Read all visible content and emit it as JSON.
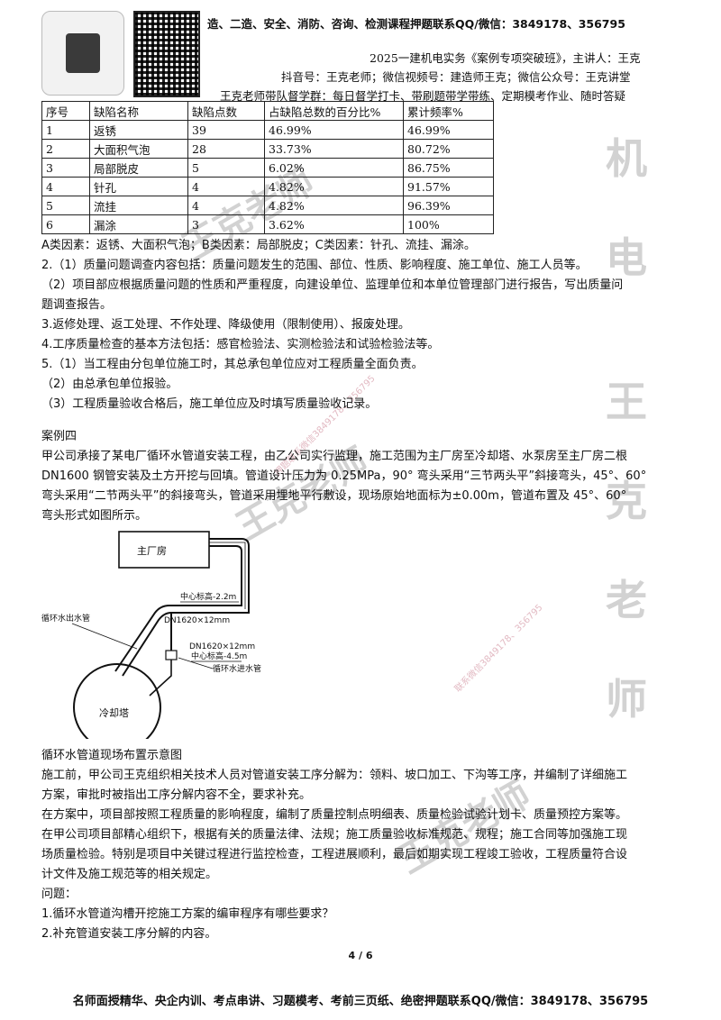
{
  "header": {
    "top_banner": "造、二造、安全、消防、咨询、检测课程押题联系QQ/微信：3849178、356795",
    "course_line": "2025一建机电实务《案例专项突破班》，主讲人：王克",
    "social_line": "抖音号：王克老师；微信视频号：建造师王克；微信公众号：王克讲堂",
    "study_group_line": "王克老师带队督学群：每日督学打卡、带刷题带学带练、定期模考作业、随时答疑"
  },
  "table": {
    "headers": [
      "序号",
      "缺陷名称",
      "缺陷点数",
      "占缺陷总数的百分比%",
      "累计频率%"
    ],
    "rows": [
      [
        "1",
        "返锈",
        "39",
        "46.99%",
        "46.99%"
      ],
      [
        "2",
        "大面积气泡",
        "28",
        "33.73%",
        "80.72%"
      ],
      [
        "3",
        "局部脱皮",
        "5",
        "6.02%",
        "86.75%"
      ],
      [
        "4",
        "针孔",
        "4",
        "4.82%",
        "91.57%"
      ],
      [
        "5",
        "流挂",
        "4",
        "4.82%",
        "96.39%"
      ],
      [
        "6",
        "漏涂",
        "3",
        "3.62%",
        "100%"
      ]
    ]
  },
  "answers": [
    "A类因素：返锈、大面积气泡；B类因素：局部脱皮；C类因素：针孔、流挂、漏涂。",
    "2.（1）质量问题调查内容包括：质量问题发生的范围、部位、性质、影响程度、施工单位、施工人员等。",
    "（2）项目部应根据质量问题的性质和严重程度，向建设单位、监理单位和本单位管理部门进行报告，写出质量问",
    "题调查报告。",
    "3.返修处理、返工处理、不作处理、降级使用（限制使用）、报废处理。",
    "4.工序质量检查的基本方法包括：感官检验法、实测检验法和试验检验法等。",
    "5.（1）当工程由分包单位施工时，其总承包单位应对工程质量全面负责。",
    "（2）由总承包单位报验。",
    "（3）工程质量验收合格后，施工单位应及时填写质量验收记录。"
  ],
  "case": {
    "title": "案例四",
    "intro": [
      "甲公司承接了某电厂循环水管道安装工程，由乙公司实行监理，施工范围为主厂房至冷却塔、水泵房至主厂房二根",
      "DN1600 钢管安装及土方开挖与回填。管道设计压力为 0.25MPa，90° 弯头采用“三节两头平”斜接弯头，45°、60°",
      "弯头采用“二节两头平”的斜接弯头，管道采用埋地平行敷设，现场原始地面标为±0.00m，管道布置及 45°、60°",
      "弯头形式如图所示。"
    ],
    "diagram": {
      "main_building": "主厂房",
      "center_elev_top": "中心标高-2.2m",
      "pipe_spec_1": "DN1620×12mm",
      "pipe_spec_2": "DN1620×12mm",
      "center_elev_bottom": "中心标高-4.5m",
      "outlet_pipe": "循环水出水管",
      "inlet_pipe": "循环水进水管",
      "cooling_tower": "冷却塔"
    },
    "caption": "循环水管道现场布置示意图",
    "body": [
      "施工前，甲公司王克组织相关技术人员对管道安装工序分解为：领料、坡口加工、下沟等工序，并编制了详细施工",
      "方案，审批时被指出工序分解内容不全，要求补充。",
      "在方案中，项目部按照工程质量的影响程度，编制了质量控制点明细表、质量检验试验计划卡、质量预控方案等。",
      "在甲公司项目部精心组织下，根据有关的质量法律、法规；施工质量验收标准规范、规程；施工合同等加强施工现",
      "场质量检验。特别是项目中关键过程进行监控检查，工程进展顺利，最后如期实现工程竣工验收，工程质量符合设",
      "计文件及施工规范等的相关规定。"
    ],
    "questions_title": "问题：",
    "questions": [
      "1.循环水管道沟槽开挖施工方案的编审程序有哪些要求？",
      "2.补充管道安装工序分解的内容。"
    ]
  },
  "watermarks": {
    "teacher_1": "王克老师",
    "teacher_2": "王克老师",
    "teacher_3": "王克老师",
    "side_1": "机",
    "side_2": "电",
    "side_3": "王",
    "side_4": "克",
    "side_5": "老",
    "side_6": "师",
    "contact_1": "押题联系微信3849178、356795",
    "contact_2": "联系微信3849178、356795"
  },
  "page_number": "4 / 6",
  "footer": "名师面授精华、央企内训、考点串讲、习题模考、考前三页纸、绝密押题联系QQ/微信：3849178、356795"
}
